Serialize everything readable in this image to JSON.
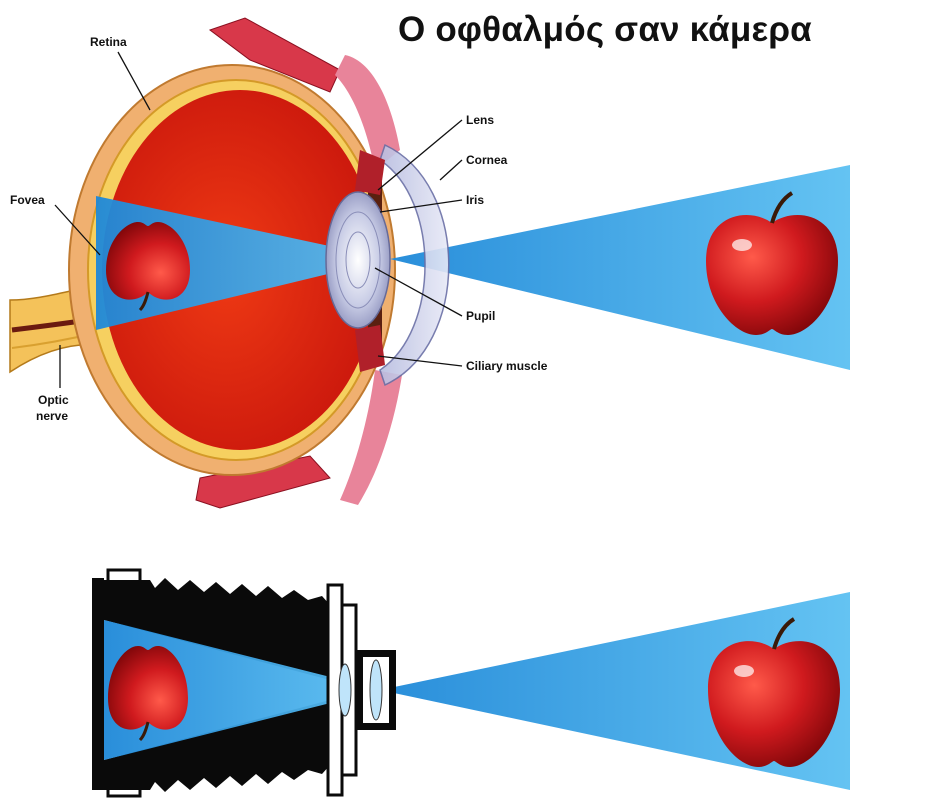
{
  "title": "Ο οφθαλμός σαν κάμερα",
  "labels": {
    "retina": "Retina",
    "fovea": "Fovea",
    "optic_nerve_line1": "Optic",
    "optic_nerve_line2": "nerve",
    "lens": "Lens",
    "cornea": "Cornea",
    "iris": "Iris",
    "pupil": "Pupil",
    "ciliary_muscle": "Ciliary muscle"
  },
  "colors": {
    "light_cone": "#2f9be0",
    "eyeball_interior": "#e3200f",
    "sclera": "#f0b070",
    "apple": "#c2121a",
    "camera_body": "#0a0a0a"
  },
  "icons": {
    "apple": "apple-icon",
    "camera": "bellows-camera-icon",
    "eye": "eye-cross-section-icon"
  }
}
